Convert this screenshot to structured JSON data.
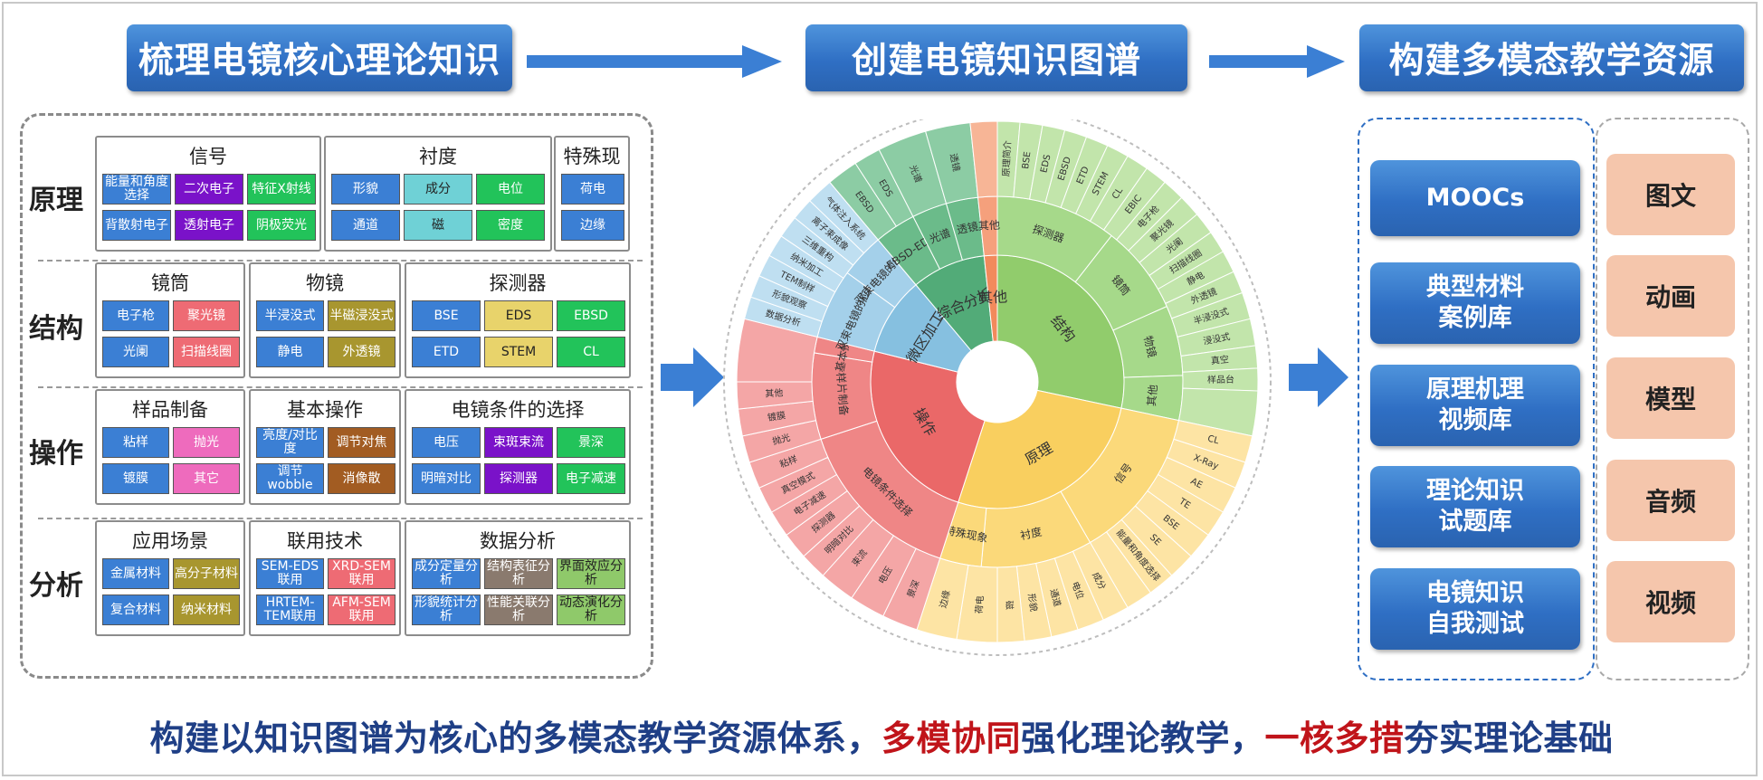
{
  "banners": [
    "梳理电镜核心理论知识",
    "创建电镜知识图谱",
    "构建多模态教学资源"
  ],
  "rows": [
    {
      "label": "原理",
      "groups": [
        {
          "title": "信号",
          "cells": [
            {
              "t": "能量和角度选择",
              "c": "#3b7fd4"
            },
            {
              "t": "二次电子",
              "c": "#7a12c9"
            },
            {
              "t": "特征X射线",
              "c": "#22c35a"
            },
            {
              "t": "背散射电子",
              "c": "#3b7fd4"
            },
            {
              "t": "透射电子",
              "c": "#7a12c9"
            },
            {
              "t": "阴极荧光",
              "c": "#22c35a"
            }
          ]
        },
        {
          "title": "衬度",
          "cells": [
            {
              "t": "形貌",
              "c": "#3b7fd4"
            },
            {
              "t": "成分",
              "c": "#6fd1d6"
            },
            {
              "t": "电位",
              "c": "#22c35a"
            },
            {
              "t": "通道",
              "c": "#3b7fd4"
            },
            {
              "t": "磁",
              "c": "#6fd1d6"
            },
            {
              "t": "密度",
              "c": "#22c35a"
            }
          ]
        },
        {
          "title": "特殊现象",
          "cells": [
            {
              "t": "荷电",
              "c": "#3b7fd4"
            },
            {
              "t": "边缘",
              "c": "#3b7fd4"
            }
          ]
        }
      ]
    },
    {
      "label": "结构",
      "groups": [
        {
          "title": "镜筒",
          "cells": [
            {
              "t": "电子枪",
              "c": "#3b7fd4"
            },
            {
              "t": "聚光镜",
              "c": "#ee6b74"
            },
            {
              "t": "光阑",
              "c": "#3b7fd4"
            },
            {
              "t": "扫描线圈",
              "c": "#ee6b74"
            }
          ]
        },
        {
          "title": "物镜",
          "cells": [
            {
              "t": "半浸没式",
              "c": "#3b7fd4"
            },
            {
              "t": "半磁浸没式",
              "c": "#a8962f"
            },
            {
              "t": "静电",
              "c": "#3b7fd4"
            },
            {
              "t": "外透镜",
              "c": "#a8962f"
            }
          ]
        },
        {
          "title": "探测器",
          "cells": [
            {
              "t": "BSE",
              "c": "#3b7fd4"
            },
            {
              "t": "EDS",
              "c": "#e8d36b"
            },
            {
              "t": "EBSD",
              "c": "#22c35a"
            },
            {
              "t": "ETD",
              "c": "#3b7fd4"
            },
            {
              "t": "STEM",
              "c": "#e8d36b"
            },
            {
              "t": "CL",
              "c": "#22c35a"
            }
          ]
        }
      ]
    },
    {
      "label": "操作",
      "groups": [
        {
          "title": "样品制备",
          "cells": [
            {
              "t": "粘样",
              "c": "#3b7fd4"
            },
            {
              "t": "抛光",
              "c": "#ee6bbd"
            },
            {
              "t": "镀膜",
              "c": "#3b7fd4"
            },
            {
              "t": "其它",
              "c": "#ee6bbd"
            }
          ]
        },
        {
          "title": "基本操作",
          "cells": [
            {
              "t": "亮度/对比度",
              "c": "#3b7fd4"
            },
            {
              "t": "调节对焦",
              "c": "#a25c22"
            },
            {
              "t": "调节wobble",
              "c": "#3b7fd4"
            },
            {
              "t": "消像散",
              "c": "#a25c22"
            }
          ]
        },
        {
          "title": "电镜条件的选择",
          "cells": [
            {
              "t": "电压",
              "c": "#3b7fd4"
            },
            {
              "t": "束斑束流",
              "c": "#7a12c9"
            },
            {
              "t": "景深",
              "c": "#22c35a"
            },
            {
              "t": "明暗对比",
              "c": "#3b7fd4"
            },
            {
              "t": "探测器",
              "c": "#7a12c9"
            },
            {
              "t": "电子减速",
              "c": "#22c35a"
            }
          ]
        }
      ]
    },
    {
      "label": "分析",
      "groups": [
        {
          "title": "应用场景",
          "cells": [
            {
              "t": "金属材料",
              "c": "#3b7fd4"
            },
            {
              "t": "高分子材料",
              "c": "#a8962f"
            },
            {
              "t": "复合材料",
              "c": "#3b7fd4"
            },
            {
              "t": "纳米材料",
              "c": "#a8962f"
            }
          ]
        },
        {
          "title": "联用技术",
          "cells": [
            {
              "t": "SEM-EDS联用",
              "c": "#3b7fd4"
            },
            {
              "t": "XRD-SEM联用",
              "c": "#ee6b74"
            },
            {
              "t": "HRTEM-TEM联用",
              "c": "#3b7fd4"
            },
            {
              "t": "AFM-SEM联用",
              "c": "#ee6b74"
            }
          ]
        },
        {
          "title": "数据分析",
          "cells": [
            {
              "t": "成分定量分析",
              "c": "#3b7fd4"
            },
            {
              "t": "结构表征分析",
              "c": "#8a7a6e"
            },
            {
              "t": "界面效应分析",
              "c": "#8fc96a"
            },
            {
              "t": "形貌统计分析",
              "c": "#3b7fd4"
            },
            {
              "t": "性能关联分析",
              "c": "#8a7a6e"
            },
            {
              "t": "动态演化分析",
              "c": "#8fc96a"
            }
          ]
        }
      ]
    }
  ],
  "wheel": {
    "inner": [
      {
        "t": "结构",
        "a0": 0,
        "a1": 102,
        "c": "#91cc6c"
      },
      {
        "t": "原理",
        "a0": 102,
        "a1": 198,
        "c": "#f9cf5f"
      },
      {
        "t": "操作",
        "a0": 198,
        "a1": 284,
        "c": "#ea6868"
      },
      {
        "t": "微区加工",
        "a0": 284,
        "a1": 320,
        "c": "#86c0e0"
      },
      {
        "t": "综合分析",
        "a0": 320,
        "a1": 354,
        "c": "#52ab78"
      },
      {
        "t": "其他",
        "a0": 354,
        "a1": 360,
        "c": "#f28a5c"
      }
    ],
    "middle": [
      {
        "t": "探测器",
        "a0": 0,
        "a1": 38,
        "c": "#a6d98a"
      },
      {
        "t": "镜筒",
        "a0": 38,
        "a1": 66,
        "c": "#a6d98a"
      },
      {
        "t": "物镜",
        "a0": 66,
        "a1": 88,
        "c": "#a6d98a"
      },
      {
        "t": "其他",
        "a0": 88,
        "a1": 102,
        "c": "#a6d98a"
      },
      {
        "t": "信号",
        "a0": 102,
        "a1": 150,
        "c": "#fbd97a"
      },
      {
        "t": "衬度",
        "a0": 150,
        "a1": 185,
        "c": "#fbd97a"
      },
      {
        "t": "特殊现象",
        "a0": 185,
        "a1": 198,
        "c": "#fbd97a"
      },
      {
        "t": "电镜条件选择",
        "a0": 198,
        "a1": 252,
        "c": "#ef8686"
      },
      {
        "t": "样片制备",
        "a0": 252,
        "a1": 279,
        "c": "#ef8686"
      },
      {
        "t": "基本操作",
        "a0": 279,
        "a1": 284,
        "c": "#ef8686"
      },
      {
        "t": "双束电镜的应用",
        "a0": 284,
        "a1": 306,
        "c": "#a4d0ea"
      },
      {
        "t": "双束电镜的结构",
        "a0": 306,
        "a1": 320,
        "c": "#a4d0ea"
      },
      {
        "t": "EBSD-EDS",
        "a0": 320,
        "a1": 333,
        "c": "#6bbb8a"
      },
      {
        "t": "光谱",
        "a0": 333,
        "a1": 344,
        "c": "#6bbb8a"
      },
      {
        "t": "透镜",
        "a0": 344,
        "a1": 354,
        "c": "#6bbb8a"
      },
      {
        "t": "其他",
        "a0": 354,
        "a1": 360,
        "c": "#f5a07c"
      }
    ],
    "outer": [
      {
        "t": "原理简介",
        "a0": 0,
        "a1": 5,
        "c": "#c2e5ab"
      },
      {
        "t": "BSE",
        "a0": 5,
        "a1": 10,
        "c": "#c2e5ab"
      },
      {
        "t": "EDS",
        "a0": 10,
        "a1": 15,
        "c": "#c2e5ab"
      },
      {
        "t": "EBSD",
        "a0": 15,
        "a1": 20,
        "c": "#c2e5ab"
      },
      {
        "t": "ETD",
        "a0": 20,
        "a1": 25,
        "c": "#c2e5ab"
      },
      {
        "t": "STEM",
        "a0": 25,
        "a1": 30,
        "c": "#c2e5ab"
      },
      {
        "t": "CL",
        "a0": 30,
        "a1": 35,
        "c": "#c2e5ab"
      },
      {
        "t": "EBIC",
        "a0": 35,
        "a1": 40,
        "c": "#c2e5ab"
      },
      {
        "t": "电子枪",
        "a0": 40,
        "a1": 45,
        "c": "#c2e5ab"
      },
      {
        "t": "聚光镜",
        "a0": 45,
        "a1": 50,
        "c": "#c2e5ab"
      },
      {
        "t": "光阑",
        "a0": 50,
        "a1": 55,
        "c": "#c2e5ab"
      },
      {
        "t": "扫描线圈",
        "a0": 55,
        "a1": 60,
        "c": "#c2e5ab"
      },
      {
        "t": "静电",
        "a0": 60,
        "a1": 65,
        "c": "#c2e5ab"
      },
      {
        "t": "外透镜",
        "a0": 65,
        "a1": 70,
        "c": "#c2e5ab"
      },
      {
        "t": "半浸没式",
        "a0": 70,
        "a1": 76,
        "c": "#c2e5ab"
      },
      {
        "t": "浸没式",
        "a0": 76,
        "a1": 82,
        "c": "#c2e5ab"
      },
      {
        "t": "真空",
        "a0": 82,
        "a1": 87,
        "c": "#c2e5ab"
      },
      {
        "t": "样品台",
        "a0": 87,
        "a1": 92,
        "c": "#c2e5ab"
      },
      {
        "t": "",
        "a0": 92,
        "a1": 102,
        "c": "#c2e5ab"
      },
      {
        "t": "CL",
        "a0": 102,
        "a1": 108,
        "c": "#fde4a4"
      },
      {
        "t": "X-Ray",
        "a0": 108,
        "a1": 114,
        "c": "#fde4a4"
      },
      {
        "t": "AE",
        "a0": 114,
        "a1": 120,
        "c": "#fde4a4"
      },
      {
        "t": "TE",
        "a0": 120,
        "a1": 126,
        "c": "#fde4a4"
      },
      {
        "t": "BSE",
        "a0": 126,
        "a1": 132,
        "c": "#fde4a4"
      },
      {
        "t": "SE",
        "a0": 132,
        "a1": 138,
        "c": "#fde4a4"
      },
      {
        "t": "能量和角度选择",
        "a0": 138,
        "a1": 144,
        "c": "#fde4a4"
      },
      {
        "t": "",
        "a0": 144,
        "a1": 150,
        "c": "#fde4a4"
      },
      {
        "t": "成分",
        "a0": 150,
        "a1": 156,
        "c": "#fde4a4"
      },
      {
        "t": "电位",
        "a0": 156,
        "a1": 162,
        "c": "#fde4a4"
      },
      {
        "t": "通道",
        "a0": 162,
        "a1": 168,
        "c": "#fde4a4"
      },
      {
        "t": "形貌",
        "a0": 168,
        "a1": 174,
        "c": "#fde4a4"
      },
      {
        "t": "磁",
        "a0": 174,
        "a1": 180,
        "c": "#fde4a4"
      },
      {
        "t": "荷电",
        "a0": 180,
        "a1": 189,
        "c": "#fde4a4"
      },
      {
        "t": "边缘",
        "a0": 189,
        "a1": 198,
        "c": "#fde4a4"
      },
      {
        "t": "景深",
        "a0": 198,
        "a1": 206,
        "c": "#f4a6a6"
      },
      {
        "t": "电压",
        "a0": 206,
        "a1": 214,
        "c": "#f4a6a6"
      },
      {
        "t": "束流",
        "a0": 214,
        "a1": 222,
        "c": "#f4a6a6"
      },
      {
        "t": "明暗对比",
        "a0": 222,
        "a1": 228,
        "c": "#f4a6a6"
      },
      {
        "t": "探测器",
        "a0": 228,
        "a1": 234,
        "c": "#f4a6a6"
      },
      {
        "t": "电子减速",
        "a0": 234,
        "a1": 240,
        "c": "#f4a6a6"
      },
      {
        "t": "真空模式",
        "a0": 240,
        "a1": 246,
        "c": "#f4a6a6"
      },
      {
        "t": "粘样",
        "a0": 246,
        "a1": 252,
        "c": "#f4a6a6"
      },
      {
        "t": "抛光",
        "a0": 252,
        "a1": 258,
        "c": "#f4a6a6"
      },
      {
        "t": "镀膜",
        "a0": 258,
        "a1": 264,
        "c": "#f4a6a6"
      },
      {
        "t": "其他",
        "a0": 264,
        "a1": 270,
        "c": "#f4a6a6"
      },
      {
        "t": "",
        "a0": 270,
        "a1": 284,
        "c": "#f4a6a6"
      },
      {
        "t": "数据分析",
        "a0": 284,
        "a1": 289,
        "c": "#bfdff1"
      },
      {
        "t": "形貌观察",
        "a0": 289,
        "a1": 294,
        "c": "#bfdff1"
      },
      {
        "t": "TEM制样",
        "a0": 294,
        "a1": 299,
        "c": "#bfdff1"
      },
      {
        "t": "纳米加工",
        "a0": 299,
        "a1": 304,
        "c": "#bfdff1"
      },
      {
        "t": "三维重构",
        "a0": 304,
        "a1": 309,
        "c": "#bfdff1"
      },
      {
        "t": "离子束成像",
        "a0": 309,
        "a1": 314,
        "c": "#bfdff1"
      },
      {
        "t": "气体注入系统",
        "a0": 314,
        "a1": 320,
        "c": "#bfdff1"
      },
      {
        "t": "EBSD",
        "a0": 320,
        "a1": 327,
        "c": "#8ccca4"
      },
      {
        "t": "EDS",
        "a0": 327,
        "a1": 333,
        "c": "#8ccca4"
      },
      {
        "t": "光谱",
        "a0": 333,
        "a1": 344,
        "c": "#8ccca4"
      },
      {
        "t": "透镜",
        "a0": 344,
        "a1": 354,
        "c": "#8ccca4"
      },
      {
        "t": "",
        "a0": 354,
        "a1": 360,
        "c": "#f7b596"
      }
    ]
  },
  "resources": [
    "MOOCs",
    "典型材料\n案例库",
    "原理机理\n视频库",
    "理论知识\n试题库",
    "电镜知识\n自我测试"
  ],
  "media": [
    "图文",
    "动画",
    "模型",
    "音频",
    "视频"
  ],
  "bottom": {
    "p1": "构建以知识图谱为核心的多模态教学资源体系，",
    "r1": "多模协同",
    "p2": "强化理论教学，",
    "r2": "一核多措",
    "p3": "夯实理论基础"
  },
  "colors": {
    "banner": "#2f6fc4",
    "arrow": "#3b7fd4",
    "bottom_text": "#1f3f86",
    "emphasis": "#c0141a",
    "media_bg": "#f5c6ac"
  }
}
